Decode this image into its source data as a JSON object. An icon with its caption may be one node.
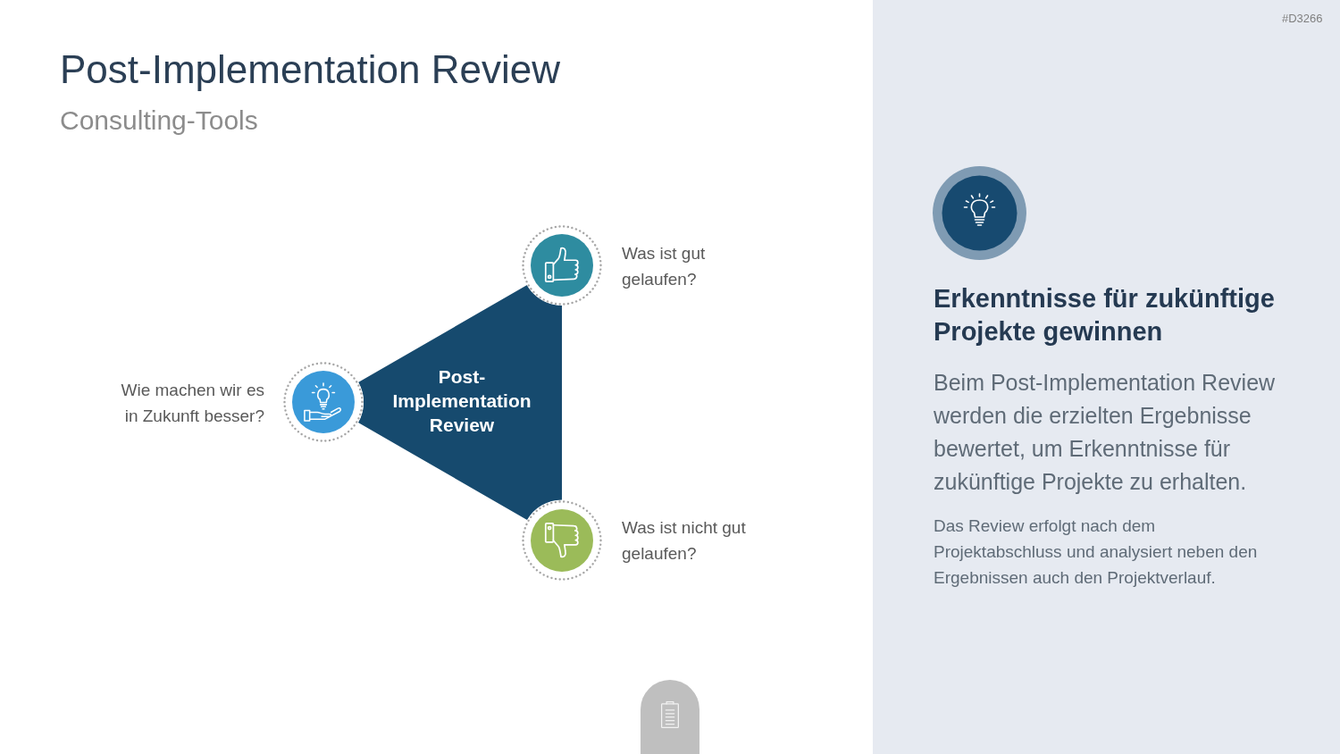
{
  "diagram": {
    "title": "Post-Implementation Review",
    "nodes": [
      {
        "text": [
          "Post-Implementation Review"
        ]
      },
      {
        "text": [],
        "shape": "circle",
        "beside": [
          "Was ist gut gelaufen?"
        ]
      },
      {
        "text": [],
        "shape": "circle",
        "beside": [
          "Wie machen wir es in Zukunft besser?"
        ]
      },
      {
        "text": [],
        "shape": "circle",
        "beside": [
          "Was ist nicht gut gelaufen?"
        ]
      },
      {
        "text": [
          "Erkenntnisse für zukünftige Projekte gewinnen",
          "Beim Post-Implementation Review werden die erzielten Ergebnisse bewertet, um Erkenntnisse für zukünftige Projekte zu erhalten.",
          "Das Review erfolgt nach dem Projektabschluss und analysiert neben den Ergebnissen auch den Projektverlauf."
        ]
      }
    ],
    "labels": [
      "Consulting-Tools",
      "#D3266"
    ]
  }
}
